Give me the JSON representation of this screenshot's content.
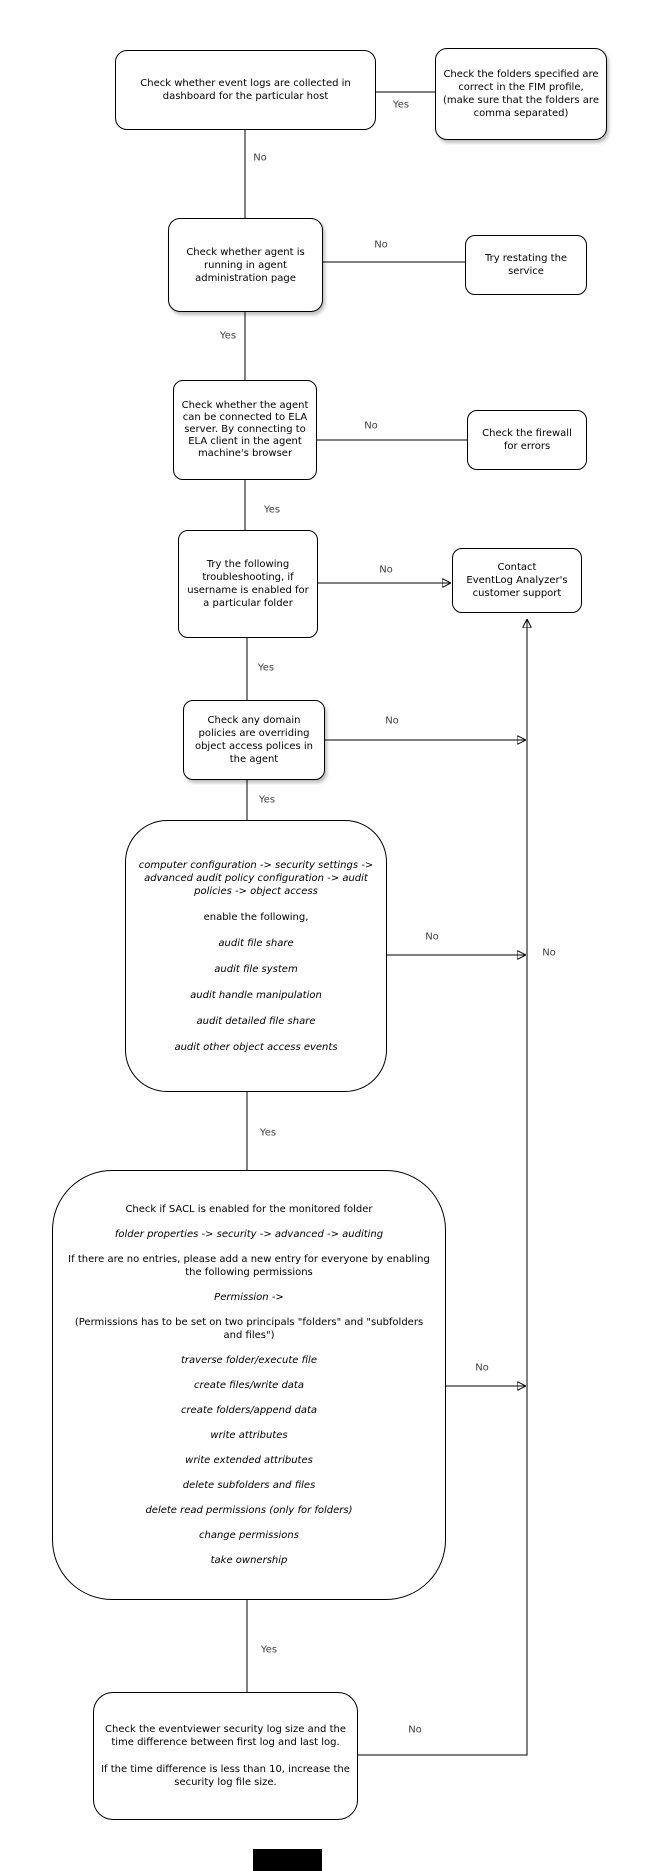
{
  "diagram": {
    "type": "flowchart",
    "colors": {
      "node_fill": "#ffffff",
      "stroke": "#000000",
      "label_text": "#404040",
      "bottom_bar": "#000000"
    },
    "nodes": {
      "dashboard": {
        "text": "Check whether event logs are collected in dashboard for the particular host"
      },
      "fim": {
        "text": "Check the folders specified are correct in the FIM profile, (make sure that the folders are comma separated)"
      },
      "agent_running": {
        "text": "Check whether agent is running in agent administration page"
      },
      "restart": {
        "text": "Try restating the service"
      },
      "ela_connect": {
        "text": "Check whether the agent can be connected to ELA server. By connecting to ELA client in the agent machine's browser"
      },
      "firewall": {
        "text": "Check the firewall for errors"
      },
      "troubleshoot": {
        "text": "Try the following troubleshooting, if username is enabled for a particular folder"
      },
      "contact": {
        "lines": [
          {
            "text": "Contact"
          },
          {
            "text": "EventLog Analyzer's"
          },
          {
            "text": "customer support"
          }
        ]
      },
      "domain_policies": {
        "text": "Check any domain policies are overriding object access polices in the agent"
      },
      "audit": {
        "lines": [
          {
            "style": "italic",
            "text": "computer configuration -> security settings -> advanced audit policy configuration -> audit policies -> object access"
          },
          {
            "style": "normal",
            "text": "enable the following,"
          },
          {
            "style": "italic",
            "text": "audit file share"
          },
          {
            "style": "italic",
            "text": "audit file system"
          },
          {
            "style": "italic",
            "text": "audit handle manipulation"
          },
          {
            "style": "italic",
            "text": "audit detailed file share"
          },
          {
            "style": "italic",
            "text": "audit other object access events"
          }
        ]
      },
      "sacl": {
        "lines": [
          {
            "style": "normal",
            "text": "Check if SACL is enabled for the monitored folder"
          },
          {
            "style": "italic",
            "text": "folder properties -> security -> advanced -> auditing"
          },
          {
            "style": "normal",
            "text": "If there are no entries, please add a new entry for everyone by enabling the following permissions"
          },
          {
            "style": "italic",
            "text": "Permission ->"
          },
          {
            "style": "normal",
            "text": "(Permissions has to be set on two principals \"folders\" and \"subfolders and files\")"
          },
          {
            "style": "italic",
            "text": "traverse folder/execute file"
          },
          {
            "style": "italic",
            "text": "create files/write data"
          },
          {
            "style": "italic",
            "text": "create folders/append data"
          },
          {
            "style": "italic",
            "text": "write attributes"
          },
          {
            "style": "italic",
            "text": "write extended attributes"
          },
          {
            "style": "italic",
            "text": "delete subfolders and files"
          },
          {
            "style": "italic",
            "text": "delete read permissions (only for folders)"
          },
          {
            "style": "italic",
            "text": "change permissions"
          },
          {
            "style": "italic",
            "text": "take ownership"
          }
        ]
      },
      "logsize": {
        "lines": [
          {
            "text": "Check the eventviewer security log size and the time difference between first log and last log."
          },
          {
            "text": "If the time difference is less than 10, increase the security log file size."
          }
        ]
      }
    },
    "edges": [
      {
        "from": "dashboard",
        "to": "fim",
        "label": "Yes"
      },
      {
        "from": "dashboard",
        "to": "agent_running",
        "label": "No"
      },
      {
        "from": "agent_running",
        "to": "restart",
        "label": "No"
      },
      {
        "from": "agent_running",
        "to": "ela_connect",
        "label": "Yes"
      },
      {
        "from": "ela_connect",
        "to": "firewall",
        "label": "No"
      },
      {
        "from": "ela_connect",
        "to": "troubleshoot",
        "label": "Yes"
      },
      {
        "from": "troubleshoot",
        "to": "contact",
        "label": "No"
      },
      {
        "from": "troubleshoot",
        "to": "domain_policies",
        "label": "Yes"
      },
      {
        "from": "domain_policies",
        "to": "contact",
        "label": "No"
      },
      {
        "from": "domain_policies",
        "to": "audit",
        "label": "Yes"
      },
      {
        "from": "audit",
        "to": "contact",
        "label": "No"
      },
      {
        "from": "audit",
        "to": "sacl",
        "label": "Yes"
      },
      {
        "from": "sacl",
        "to": "contact",
        "label": "No"
      },
      {
        "from": "sacl",
        "to": "logsize",
        "label": "Yes"
      },
      {
        "from": "logsize",
        "to": "contact",
        "label": "No"
      }
    ],
    "trunk_extra_label": "No"
  }
}
